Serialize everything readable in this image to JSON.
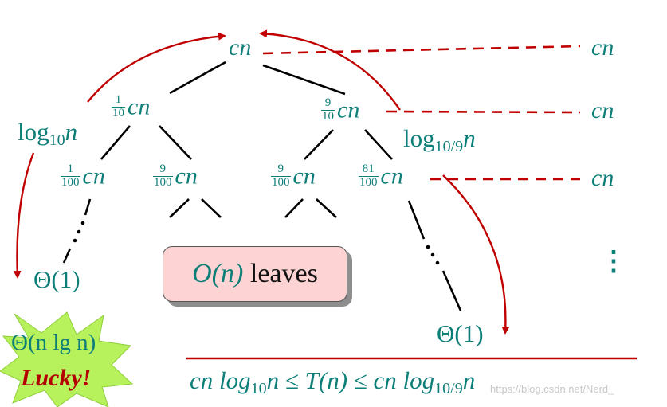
{
  "nodes": {
    "root": "cn",
    "l1_left": {
      "num": "1",
      "den": "10",
      "label": "cn"
    },
    "l1_right": {
      "num": "9",
      "den": "10",
      "label": "cn"
    },
    "l2_1": {
      "num": "1",
      "den": "100",
      "label": "cn"
    },
    "l2_2": {
      "num": "9",
      "den": "100",
      "label": "cn"
    },
    "l2_3": {
      "num": "9",
      "den": "100",
      "label": "cn"
    },
    "l2_4": {
      "num": "81",
      "den": "100",
      "label": "cn"
    },
    "theta_left": "Θ(1)",
    "theta_right": "Θ(1)"
  },
  "level_costs": [
    "cn",
    "cn",
    "cn"
  ],
  "level_more": "⋮",
  "heights": {
    "left": {
      "base": "log",
      "sub": "10",
      "var": "n"
    },
    "right": {
      "base": "log",
      "sub": "10/9",
      "var": "n"
    }
  },
  "leaves": {
    "math": "O(n)",
    "text": " leaves"
  },
  "lucky": {
    "theta": "Θ(n lg n)",
    "word": "Lucky!"
  },
  "bound": {
    "p1": "cn log",
    "s1": "10",
    "p2": "n ≤ T(n) ≤ cn log",
    "s2": "10/9",
    "p3": "n"
  },
  "watermark": "https://blog.csdn.net/Nerd_",
  "colors": {
    "teal": "#0d7f78",
    "red": "#c00000",
    "box_fill": "#fdd3d3",
    "star_fill": "#b7f15c",
    "lucky_text": "#b30000"
  }
}
